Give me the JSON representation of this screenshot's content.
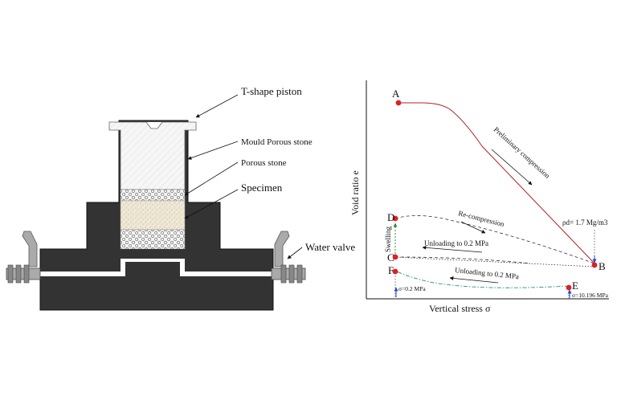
{
  "apparatus": {
    "labels": {
      "piston": "T-shape piston",
      "mould_stone": "Mould Porous stone",
      "porous_stone": "Porous stone",
      "specimen": "Specimen",
      "water_valve": "Water valve"
    }
  },
  "plot": {
    "xlabel": "Vertical stress σ",
    "ylabel": "Void ratio e",
    "points": {
      "A": "A",
      "B": "B",
      "C": "C",
      "D": "D",
      "E": "E",
      "F": "F"
    },
    "annotations": {
      "preliminary": "Preliminary compression",
      "recompression": "Re-compression",
      "unloading_upper": "Unloading to 0.2 MPa",
      "unloading_lower": "Unloading to 0.2 MPa",
      "swelling": "Swelling",
      "density": "ρd= 1.7 Mg/m3",
      "stress_low": "σ=0.2 MPa",
      "stress_high": "σ=10.196 MPa"
    },
    "colors": {
      "main_curve": "#b22222",
      "point": "#e02020",
      "swelling": "#2e8b2e",
      "lower_unload": "#2a8f8f",
      "arrow_up": "#2244cc"
    }
  }
}
